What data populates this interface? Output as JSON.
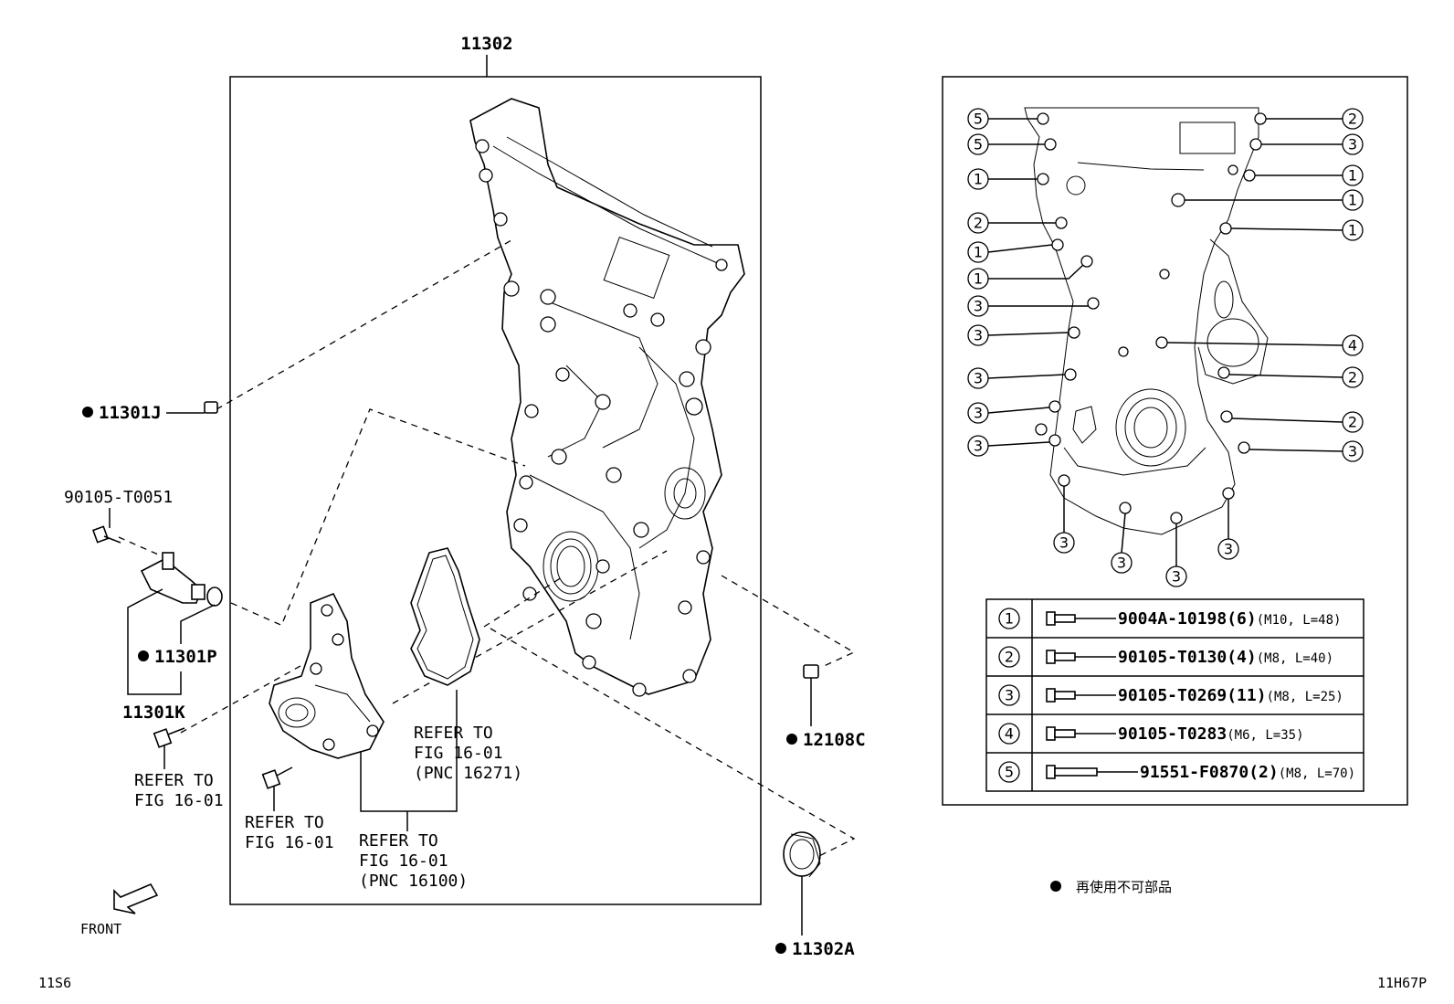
{
  "main_labels": {
    "cover": "11302",
    "bolt_top": "90105-T0051",
    "nut": "11301J",
    "oring": "11301P",
    "sensor": "11301K",
    "seal_nut": "12108C",
    "oil_seal": "11302A"
  },
  "refer": {
    "r1_line1": "REFER TO",
    "r1_line2": "FIG 16-01",
    "r2_line1": "REFER TO",
    "r2_line2": "FIG 16-01",
    "r3_line1": "REFER TO",
    "r3_line2": "FIG 16-01",
    "r3_line3": "(PNC 16100)",
    "r4_line1": "REFER TO",
    "r4_line2": "FIG 16-01",
    "r4_line3": "(PNC 16271)"
  },
  "front_label": "FRONT",
  "legend_note": "再使用不可部品",
  "corner_left": "11S6",
  "corner_right": "11H67P",
  "detail_numbers": {
    "n5a": "5",
    "n5b": "5",
    "n1a": "1",
    "n2a": "2",
    "n1b": "1",
    "n1c": "1",
    "n3a": "3",
    "n3b": "3",
    "n3c": "3",
    "n3d": "3",
    "n3e": "3",
    "r2a": "2",
    "r3a": "3",
    "r1a": "1",
    "r1b": "1",
    "r1c": "1",
    "r4a": "4",
    "r2b": "2",
    "r2c": "2",
    "r3b": "3",
    "b3a": "3",
    "b3b": "3",
    "b3c": "3",
    "b3d": "3"
  },
  "bolt_table": [
    {
      "key": "1",
      "part": "9004A-10198",
      "qty": "(6)",
      "spec": "(M10, L=48)"
    },
    {
      "key": "2",
      "part": "90105-T0130",
      "qty": "(4)",
      "spec": "(M8, L=40)"
    },
    {
      "key": "3",
      "part": "90105-T0269",
      "qty": "(11)",
      "spec": "(M8, L=25)"
    },
    {
      "key": "4",
      "part": "90105-T0283",
      "qty": "",
      "spec": "(M6, L=35)"
    },
    {
      "key": "5",
      "part": "91551-F0870",
      "qty": "(2)",
      "spec": "(M8, L=70)"
    }
  ]
}
